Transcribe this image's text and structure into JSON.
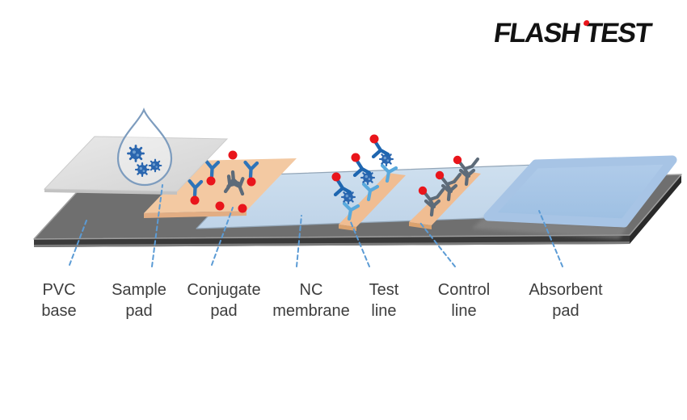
{
  "logo": {
    "part1": "FLASH",
    "part2": "TEST",
    "accent_dot_color": "#e9151b"
  },
  "diagram": {
    "type": "lateral-flow-immunoassay-strip-structure",
    "labels": [
      {
        "line1": "PVC",
        "line2": "base"
      },
      {
        "line1": "Sample",
        "line2": "pad"
      },
      {
        "line1": "Conjugate",
        "line2": "pad"
      },
      {
        "line1": "NC",
        "line2": "membrane"
      },
      {
        "line1": "Test",
        "line2": "line"
      },
      {
        "line1": "Control",
        "line2": "line"
      },
      {
        "line1": "Absorbent",
        "line2": "pad"
      }
    ],
    "icons": [
      "droplet-icon",
      "virus-icon",
      "antibody-icon",
      "gold-label-dot-icon"
    ],
    "colors": {
      "pvc_base": "#6f6f6f",
      "pvc_base_side": "#333333",
      "sample_pad": "#dedede",
      "conjugate_pad": "#f3c9a2",
      "nc_membrane": "#c7dbee",
      "test_control_line": "#f0bd92",
      "absorbent_pad": "#a7c4e5",
      "antibody_blue": "#2e74b9",
      "antibody_light_blue": "#58a9dd",
      "antibody_gray": "#5d6b79",
      "virus_particle": "#2a66af",
      "gold_label_dot": "#e9151b",
      "droplet_outline": "#7d9cbe",
      "leader_line": "#5b9bd5",
      "label_text": "#3d3d3d",
      "logo_text": "#121212"
    }
  }
}
